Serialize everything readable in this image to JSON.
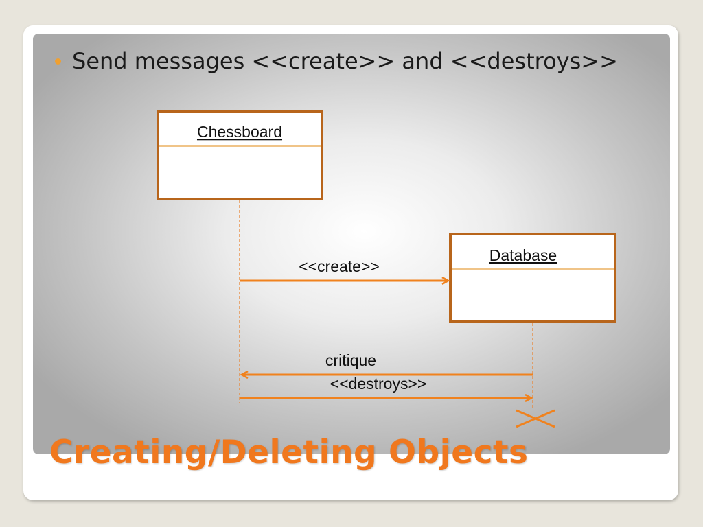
{
  "slide": {
    "bullet": "Send messages <<create>> and <<destroys>>",
    "title": "Creating/Deleting Objects"
  },
  "diagram": {
    "objects": [
      {
        "id": "chessboard",
        "label": "Chessboard"
      },
      {
        "id": "database",
        "label": "Database"
      }
    ],
    "messages": [
      {
        "id": "create",
        "label": "<<create>>",
        "from": "chessboard",
        "to": "database"
      },
      {
        "id": "critique",
        "label": "critique",
        "from": "database",
        "to": "chessboard"
      },
      {
        "id": "destroys",
        "label": "<<destroys>>",
        "from": "chessboard",
        "to": "database"
      }
    ],
    "colors": {
      "box_border": "#b8651b",
      "box_divider": "#e8a040",
      "lifeline": "#e8883a",
      "arrow": "#f0821e",
      "title": "#f0781e",
      "bullet": "#f0a030"
    }
  }
}
